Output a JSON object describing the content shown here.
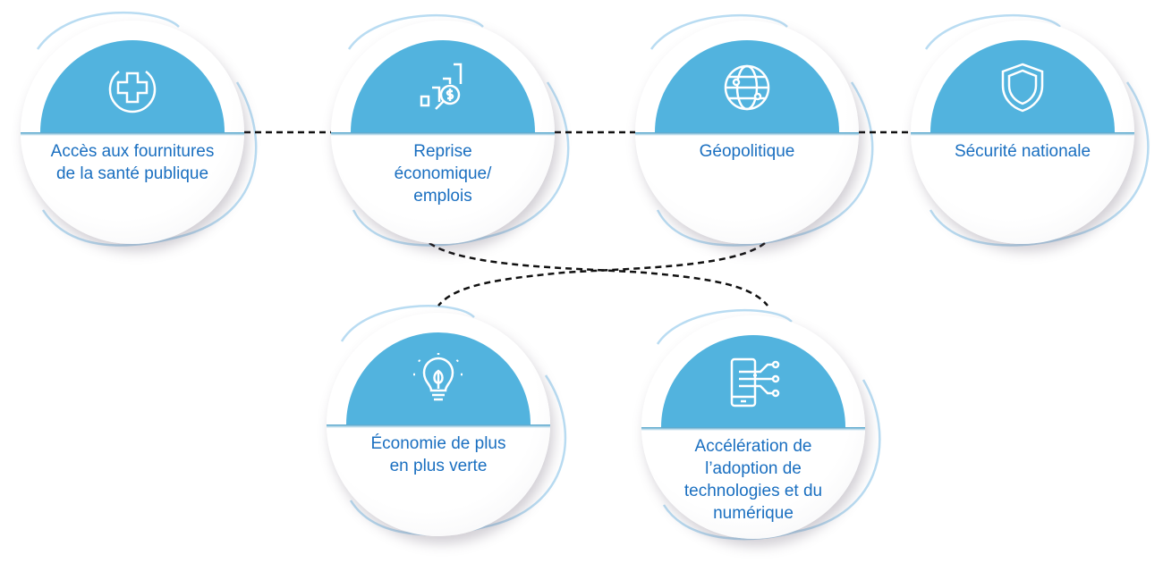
{
  "colors": {
    "accent": "#52b3de",
    "text": "#1a6fc0",
    "ring": "#b9dcf2"
  },
  "nodes": [
    {
      "label": "Accès aux fournitures de la santé publique",
      "icon": "medical-cross-icon"
    },
    {
      "label": "Reprise économique/ emplois",
      "icon": "growth-chart-dollar-icon"
    },
    {
      "label": "Géopolitique",
      "icon": "globe-network-icon"
    },
    {
      "label": "Sécurité nationale",
      "icon": "shield-icon"
    },
    {
      "label": "Économie de plus en plus verte",
      "icon": "lightbulb-leaf-icon"
    },
    {
      "label": "Accélération de l’adoption de technologies et du numérique",
      "icon": "mobile-circuit-icon"
    }
  ]
}
